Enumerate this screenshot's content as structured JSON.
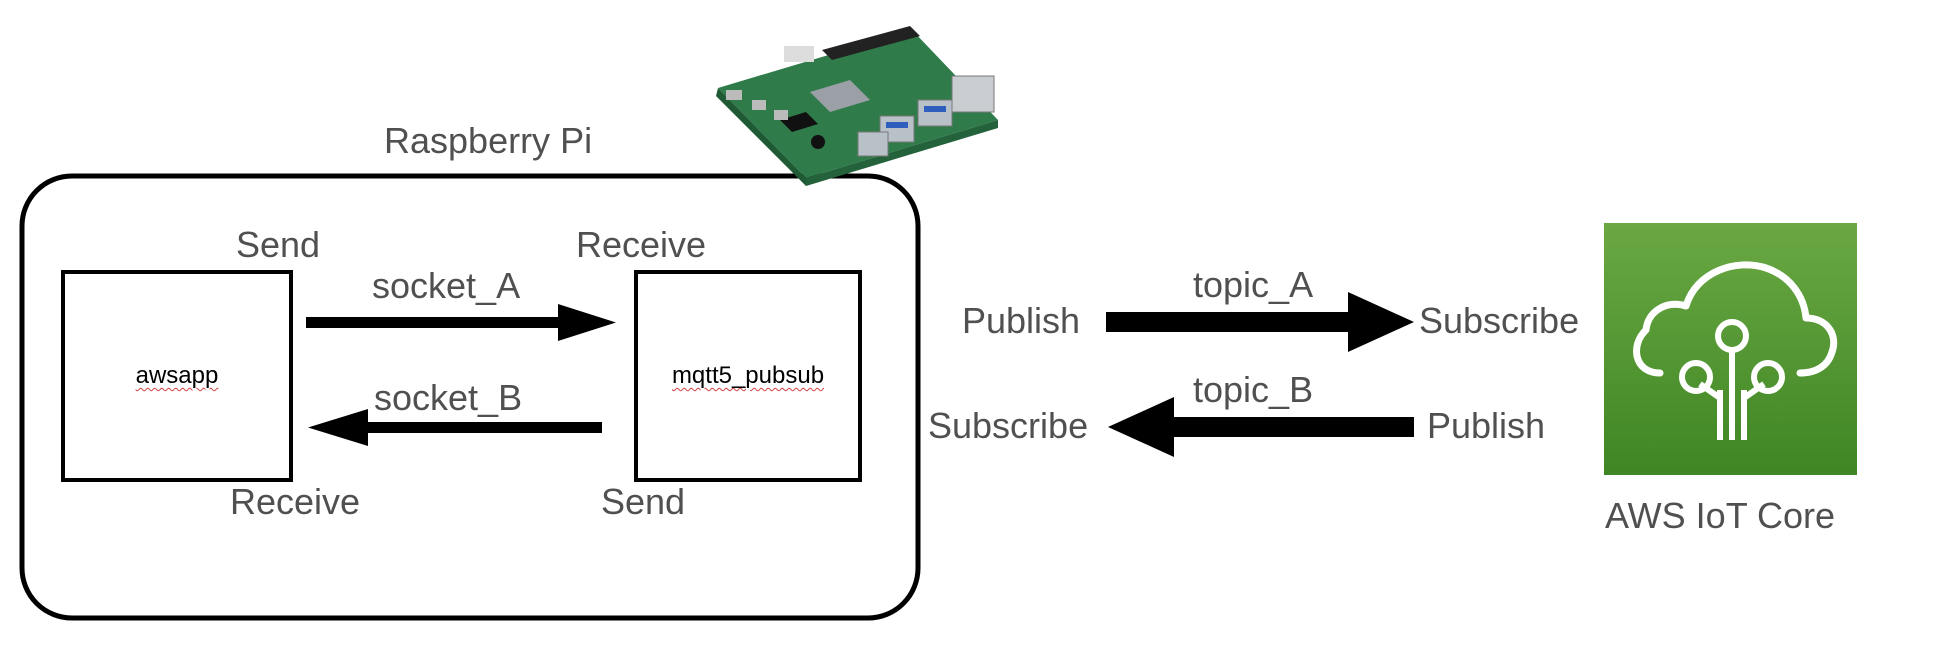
{
  "raspberry_pi": {
    "label": "Raspberry Pi",
    "image_icon": "raspberry-pi-board"
  },
  "awsapp": {
    "name": "awsapp",
    "send_label": "Send",
    "receive_label": "Receive"
  },
  "mqtt5_pubsub": {
    "name": "mqtt5_pubsub",
    "receive_label": "Receive",
    "send_label": "Send"
  },
  "sockets": {
    "socket_a": "socket_A",
    "socket_b": "socket_B"
  },
  "mqtt": {
    "topic_a": "topic_A",
    "topic_b": "topic_B",
    "left_publish": "Publish",
    "left_subscribe": "Subscribe",
    "right_subscribe": "Subscribe",
    "right_publish": "Publish"
  },
  "aws_iot": {
    "label": "AWS IoT Core",
    "icon": "aws-iot-core-icon",
    "icon_color_top": "#6aa843",
    "icon_color_bottom": "#3f8624"
  }
}
